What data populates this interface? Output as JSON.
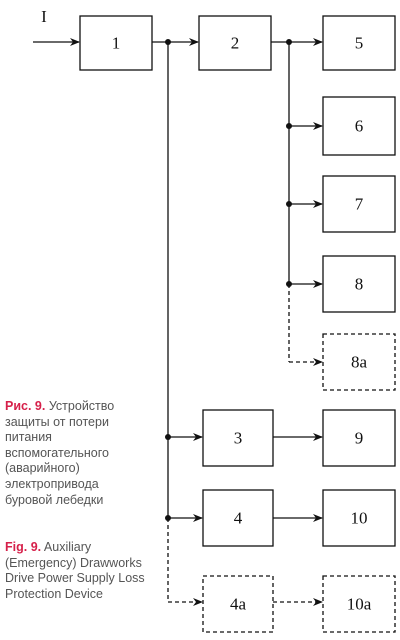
{
  "diagram": {
    "input_label": "I",
    "blocks": {
      "b1": "1",
      "b2": "2",
      "b3": "3",
      "b4": "4",
      "b4a": "4a",
      "b5": "5",
      "b6": "6",
      "b7": "7",
      "b8": "8",
      "b8a": "8a",
      "b9": "9",
      "b10": "10",
      "b10a": "10a"
    }
  },
  "caption": {
    "ru": {
      "label": "Рис. 9.",
      "text": " Устройство защиты от потери питания вспомогательного (аварийного) электропривода буровой лебедки"
    },
    "en": {
      "label": "Fig. 9.",
      "text": " Auxiliary (Emergency) Drawworks Drive Power Supply Loss Protection Device"
    }
  },
  "colors": {
    "line": "#111111",
    "caption_accent": "#d6204a",
    "caption_text": "#555555"
  }
}
